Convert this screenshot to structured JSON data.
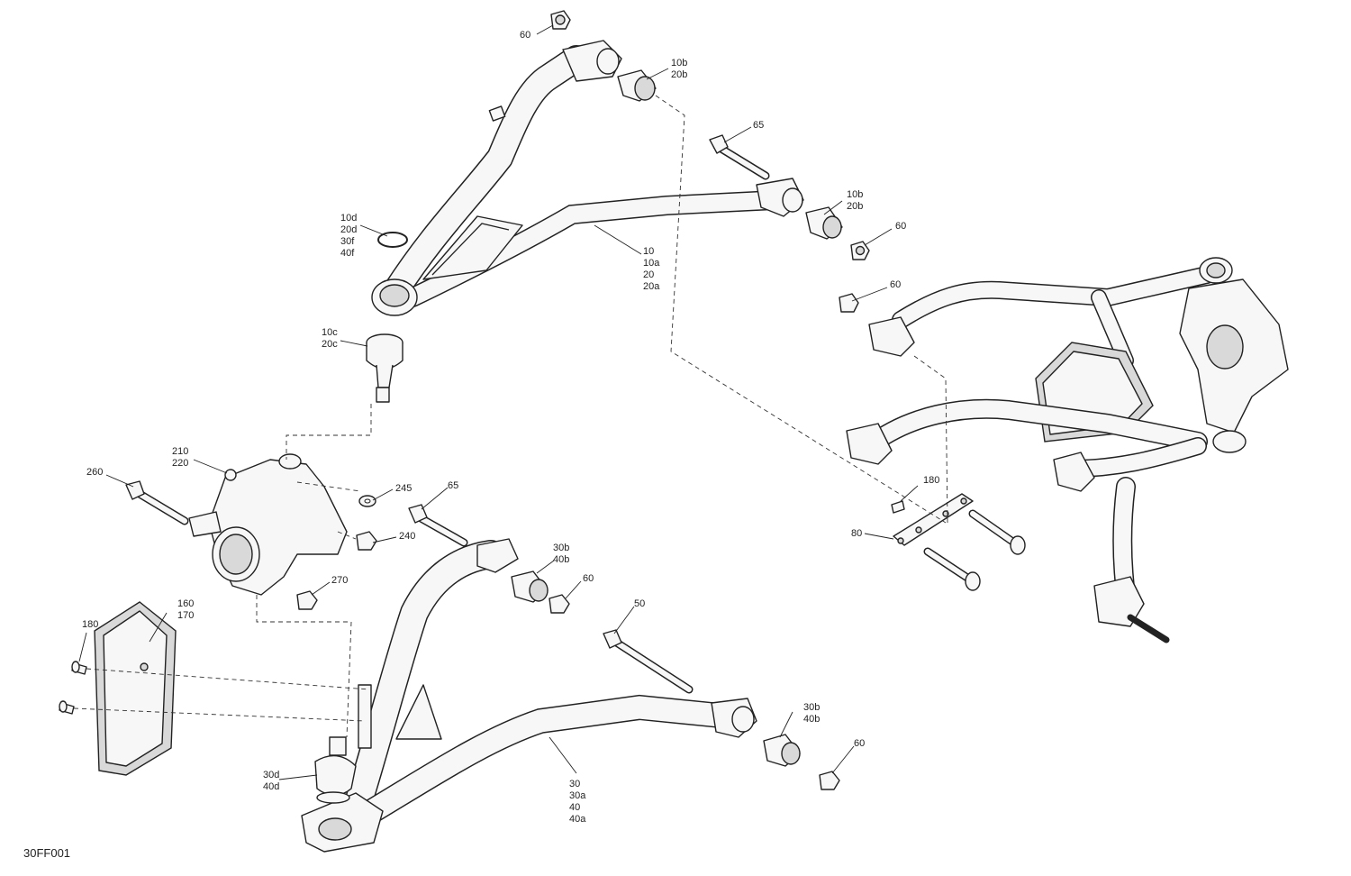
{
  "figure_id": "30FF001",
  "callouts": [
    {
      "id": "c-60-top",
      "lines": [
        "60"
      ]
    },
    {
      "id": "c-10b-top",
      "lines": [
        "10b",
        "20b"
      ]
    },
    {
      "id": "c-65-top",
      "lines": [
        "65"
      ]
    },
    {
      "id": "c-10b-mid",
      "lines": [
        "10b",
        "20b"
      ]
    },
    {
      "id": "c-60-mid",
      "lines": [
        "60"
      ]
    },
    {
      "id": "c-10d",
      "lines": [
        "10d",
        "20d",
        "30f",
        "40f"
      ]
    },
    {
      "id": "c-10",
      "lines": [
        "10",
        "10a",
        "20",
        "20a"
      ]
    },
    {
      "id": "c-10c",
      "lines": [
        "10c",
        "20c"
      ]
    },
    {
      "id": "c-60-right",
      "lines": [
        "60"
      ]
    },
    {
      "id": "c-210",
      "lines": [
        "210",
        "220"
      ]
    },
    {
      "id": "c-260",
      "lines": [
        "260"
      ]
    },
    {
      "id": "c-245",
      "lines": [
        "245"
      ]
    },
    {
      "id": "c-240",
      "lines": [
        "240"
      ]
    },
    {
      "id": "c-65-mid",
      "lines": [
        "65"
      ]
    },
    {
      "id": "c-30b-mid",
      "lines": [
        "30b",
        "40b"
      ]
    },
    {
      "id": "c-60-lower",
      "lines": [
        "60"
      ]
    },
    {
      "id": "c-270",
      "lines": [
        "270"
      ]
    },
    {
      "id": "c-160",
      "lines": [
        "160",
        "170"
      ]
    },
    {
      "id": "c-180-left",
      "lines": [
        "180"
      ]
    },
    {
      "id": "c-50",
      "lines": [
        "50"
      ]
    },
    {
      "id": "c-180-right",
      "lines": [
        "180"
      ]
    },
    {
      "id": "c-80",
      "lines": [
        "80"
      ]
    },
    {
      "id": "c-30b-low",
      "lines": [
        "30b",
        "40b"
      ]
    },
    {
      "id": "c-60-low",
      "lines": [
        "60"
      ]
    },
    {
      "id": "c-30d",
      "lines": [
        "30d",
        "40d"
      ]
    },
    {
      "id": "c-30",
      "lines": [
        "30",
        "30a",
        "40",
        "40a"
      ]
    }
  ],
  "colors": {
    "line": "#222222",
    "part_fill": "#f7f7f7",
    "shade": "#d9d9d9",
    "background": "#ffffff"
  }
}
